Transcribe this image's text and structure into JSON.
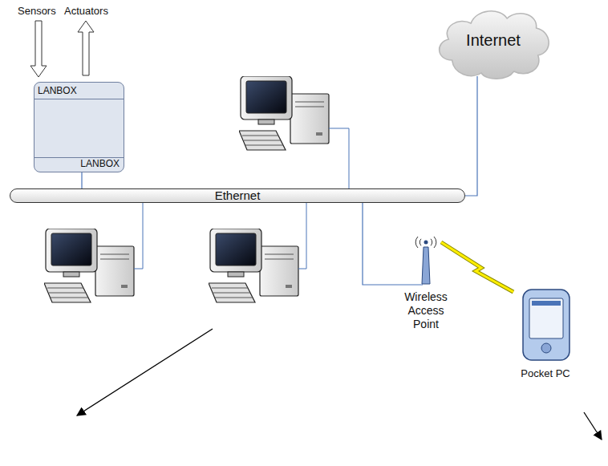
{
  "diagram": {
    "nodes": [
      {
        "text": [
          "LANBOX",
          "LANBOX"
        ]
      },
      {
        "text": [
          "Ethernet"
        ]
      },
      {
        "text": [
          "Internet"
        ]
      },
      {
        "text": [
          "Wireless Access Point"
        ]
      },
      {
        "text": [
          "Pocket PC"
        ]
      }
    ],
    "edges": [
      {
        "from": 0,
        "to": 1,
        "arrow": "none"
      },
      {
        "from": 1,
        "to": 2,
        "arrow": "none"
      },
      {
        "from": 1,
        "to": 3,
        "arrow": "none"
      },
      {
        "from": 3,
        "to": 4,
        "arrow": "none"
      }
    ],
    "labels": [
      "Sensors",
      "Actuators"
    ]
  }
}
